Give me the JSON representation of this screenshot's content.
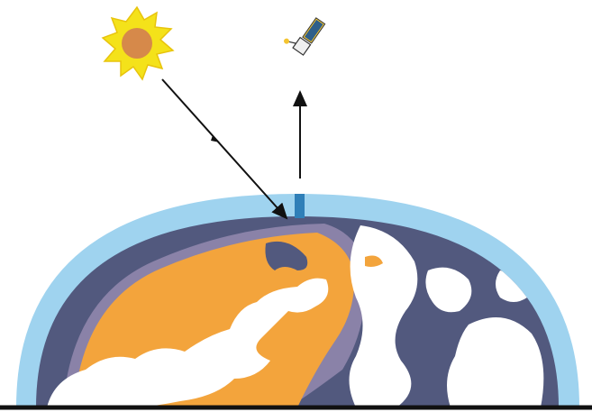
{
  "diagram": {
    "type": "remote-sensing-illustration",
    "elements": [
      {
        "name": "sun-icon",
        "label": ""
      },
      {
        "name": "satellite-icon",
        "label": ""
      },
      {
        "name": "incoming-radiation-arrow",
        "label": ""
      },
      {
        "name": "outgoing-radiation-arrow",
        "label": ""
      },
      {
        "name": "atmosphere-layer",
        "label": ""
      },
      {
        "name": "earth-surface",
        "label": ""
      },
      {
        "name": "observed-pixel-column",
        "label": ""
      }
    ]
  },
  "colors": {
    "atmosphere": "#9fd3ef",
    "ocean": "#52597e",
    "ocean_shallow": "#8a82a8",
    "land": "#f3a43c",
    "ice": "#ffffff",
    "sun_rays": "#f4e21a",
    "sun_core": "#d6894a",
    "pixel": "#2f7fb8",
    "ground_line": "#111111",
    "arrow": "#111111"
  }
}
